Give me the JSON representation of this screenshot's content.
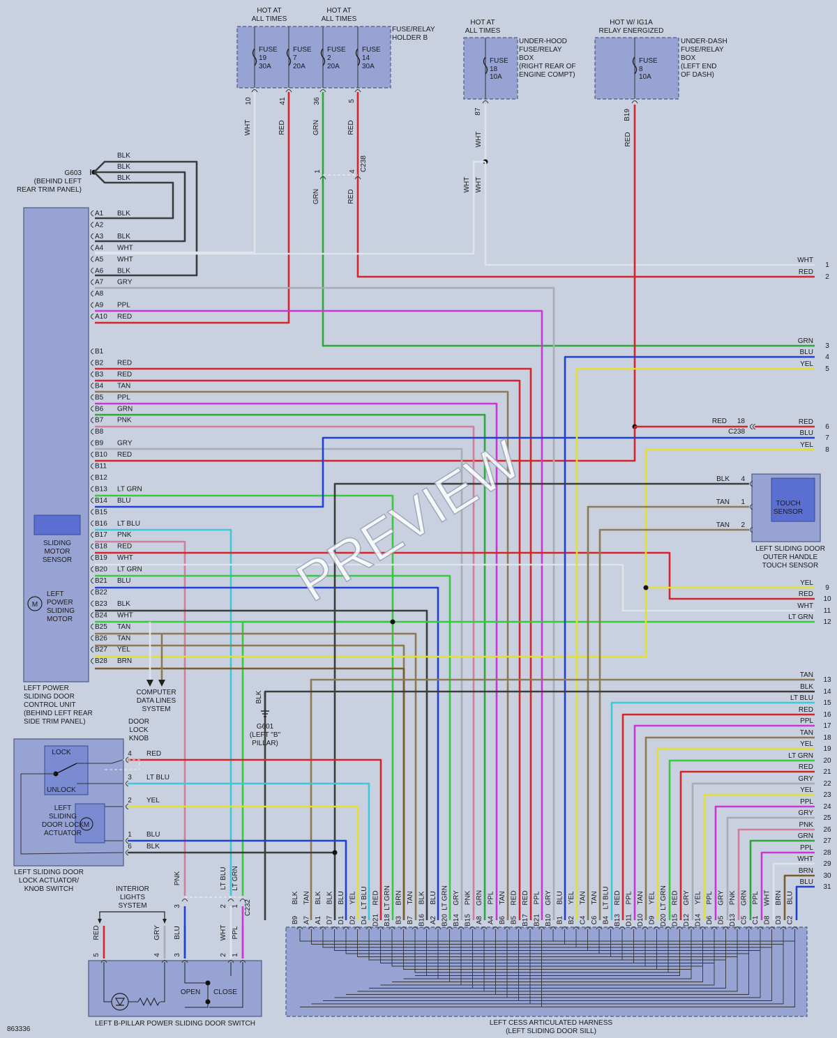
{
  "watermark": "PREVIEW",
  "figure_id": "863336",
  "fuse_box_b": {
    "hot1": [
      "HOT AT",
      "ALL TIMES"
    ],
    "hot2": [
      "HOT AT",
      "ALL TIMES"
    ],
    "label": [
      "FUSE/RELAY",
      "HOLDER B"
    ],
    "fuses": [
      {
        "name": "FUSE",
        "num": "19",
        "amp": "30A",
        "pin": "10",
        "color": "WHT"
      },
      {
        "name": "FUSE",
        "num": "7",
        "amp": "20A",
        "pin": "41",
        "color": "RED"
      },
      {
        "name": "FUSE",
        "num": "2",
        "amp": "20A",
        "pin": "36",
        "color": "GRN"
      },
      {
        "name": "FUSE",
        "num": "14",
        "amp": "30A",
        "pin": "5",
        "color": "RED"
      }
    ]
  },
  "under_hood": {
    "hot": [
      "HOT AT",
      "ALL TIMES"
    ],
    "label": [
      "UNDER-HOOD",
      "FUSE/RELAY",
      "BOX",
      "(RIGHT REAR OF",
      "ENGINE COMPT)"
    ],
    "fuse": {
      "name": "FUSE",
      "num": "18",
      "amp": "10A",
      "pin": "87",
      "color": "WHT"
    }
  },
  "under_dash": {
    "hot": [
      "HOT W/ IG1A",
      "RELAY ENERGIZED"
    ],
    "label": [
      "UNDER-DASH",
      "FUSE/RELAY",
      "BOX",
      "(LEFT END",
      "OF DASH)"
    ],
    "fuse": {
      "name": "FUSE",
      "num": "8",
      "amp": "10A",
      "pin": "B19",
      "color": "RED"
    }
  },
  "c238_top": {
    "pins": [
      "1",
      "4"
    ],
    "name": "C238",
    "colors": [
      "GRN",
      "RED"
    ]
  },
  "wht_split": [
    "WHT",
    "WHT"
  ],
  "ground_g603": {
    "name": "G603",
    "desc": [
      "(BEHIND LEFT",
      "REAR TRIM PANEL)"
    ],
    "wires": [
      "BLK",
      "BLK",
      "BLK"
    ]
  },
  "ground_g601": {
    "name": "G601",
    "desc": [
      "(LEFT \"B\"",
      "PILLAR)"
    ],
    "wire": "BLK"
  },
  "control_unit": {
    "label": [
      "LEFT POWER",
      "SLIDING DOOR",
      "CONTROL UNIT",
      "(BEHIND LEFT REAR",
      "SIDE TRIM PANEL)"
    ],
    "sensor": [
      "SLIDING",
      "MOTOR",
      "SENSOR"
    ],
    "motor": [
      "LEFT",
      "POWER",
      "SLIDING",
      "MOTOR"
    ],
    "motor_symbol": "M",
    "pins_a": [
      {
        "pin": "A1",
        "color": "BLK"
      },
      {
        "pin": "A2",
        "color": ""
      },
      {
        "pin": "A3",
        "color": "BLK"
      },
      {
        "pin": "A4",
        "color": "WHT"
      },
      {
        "pin": "A5",
        "color": "WHT"
      },
      {
        "pin": "A6",
        "color": "BLK"
      },
      {
        "pin": "A7",
        "color": "GRY"
      },
      {
        "pin": "A8",
        "color": ""
      },
      {
        "pin": "A9",
        "color": "PPL"
      },
      {
        "pin": "A10",
        "color": "RED"
      }
    ],
    "pins_b": [
      {
        "pin": "B1",
        "color": ""
      },
      {
        "pin": "B2",
        "color": "RED"
      },
      {
        "pin": "B3",
        "color": "RED"
      },
      {
        "pin": "B4",
        "color": "TAN"
      },
      {
        "pin": "B5",
        "color": "PPL"
      },
      {
        "pin": "B6",
        "color": "GRN"
      },
      {
        "pin": "B7",
        "color": "PNK"
      },
      {
        "pin": "B8",
        "color": ""
      },
      {
        "pin": "B9",
        "color": "GRY"
      },
      {
        "pin": "B10",
        "color": "RED"
      },
      {
        "pin": "B11",
        "color": ""
      },
      {
        "pin": "B12",
        "color": ""
      },
      {
        "pin": "B13",
        "color": "LT GRN"
      },
      {
        "pin": "B14",
        "color": "BLU"
      },
      {
        "pin": "B15",
        "color": ""
      },
      {
        "pin": "B16",
        "color": "LT BLU"
      },
      {
        "pin": "B17",
        "color": "PNK"
      },
      {
        "pin": "B18",
        "color": "RED"
      },
      {
        "pin": "B19",
        "color": "WHT"
      },
      {
        "pin": "B20",
        "color": "LT GRN"
      },
      {
        "pin": "B21",
        "color": "BLU"
      },
      {
        "pin": "B22",
        "color": ""
      },
      {
        "pin": "B23",
        "color": "BLK"
      },
      {
        "pin": "B24",
        "color": "WHT"
      },
      {
        "pin": "B25",
        "color": "TAN"
      },
      {
        "pin": "B26",
        "color": "TAN"
      },
      {
        "pin": "B27",
        "color": "YEL"
      },
      {
        "pin": "B28",
        "color": "BRN"
      }
    ]
  },
  "computer_data": [
    "COMPUTER",
    "DATA LINES",
    "SYSTEM"
  ],
  "right_terms": [
    {
      "color": "WHT",
      "n": "1"
    },
    {
      "color": "RED",
      "n": "2"
    },
    {
      "color": "GRN",
      "n": "3"
    },
    {
      "color": "BLU",
      "n": "4"
    },
    {
      "color": "YEL",
      "n": "5"
    },
    {
      "color": "RED",
      "n": "6"
    },
    {
      "color": "BLU",
      "n": "7"
    },
    {
      "color": "YEL",
      "n": "8"
    },
    {
      "color": "YEL",
      "n": "9"
    },
    {
      "color": "RED",
      "n": "10"
    },
    {
      "color": "WHT",
      "n": "11"
    },
    {
      "color": "LT GRN",
      "n": "12"
    },
    {
      "color": "TAN",
      "n": "13"
    },
    {
      "color": "BLK",
      "n": "14"
    },
    {
      "color": "LT BLU",
      "n": "15"
    },
    {
      "color": "RED",
      "n": "16"
    },
    {
      "color": "PPL",
      "n": "17"
    },
    {
      "color": "TAN",
      "n": "18"
    },
    {
      "color": "YEL",
      "n": "19"
    },
    {
      "color": "LT GRN",
      "n": "20"
    },
    {
      "color": "RED",
      "n": "21"
    },
    {
      "color": "GRY",
      "n": "22"
    },
    {
      "color": "YEL",
      "n": "23"
    },
    {
      "color": "PPL",
      "n": "24"
    },
    {
      "color": "GRY",
      "n": "25"
    },
    {
      "color": "PNK",
      "n": "26"
    },
    {
      "color": "GRN",
      "n": "27"
    },
    {
      "color": "PPL",
      "n": "28"
    },
    {
      "color": "WHT",
      "n": "29"
    },
    {
      "color": "BRN",
      "n": "30"
    },
    {
      "color": "BLU",
      "n": "31"
    }
  ],
  "c238_mid": {
    "name": "C238",
    "pin": "18",
    "left_color": "RED"
  },
  "touch_sensor": {
    "label": [
      "LEFT SLIDING DOOR",
      "OUTER HANDLE",
      "TOUCH SENSOR"
    ],
    "inner": [
      "TOUCH",
      "SENSOR"
    ],
    "pins": [
      {
        "pin": "4",
        "color": "BLK"
      },
      {
        "pin": "1",
        "color": "TAN"
      },
      {
        "pin": "2",
        "color": "TAN"
      }
    ]
  },
  "lock_actuator": {
    "label": [
      "LEFT SLIDING DOOR",
      "LOCK ACTUATOR/",
      "KNOB SWITCH"
    ],
    "knob": [
      "DOOR",
      "LOCK",
      "KNOB"
    ],
    "lock": "LOCK",
    "unlock": "UNLOCK",
    "actuator": [
      "LEFT",
      "SLIDING",
      "DOOR LOCK",
      "ACTUATOR"
    ],
    "motor_symbol": "M",
    "pins": [
      {
        "pin": "4",
        "color": "RED"
      },
      {
        "pin": "3",
        "color": "LT BLU"
      },
      {
        "pin": "2",
        "color": "YEL"
      },
      {
        "pin": "1",
        "color": "BLU"
      },
      {
        "pin": "6",
        "color": "BLK"
      }
    ]
  },
  "interior_lights": [
    "INTERIOR",
    "LIGHTS",
    "SYSTEM"
  ],
  "bpillar_switch": {
    "label": "LEFT B-PILLAR POWER SLIDING DOOR SWITCH",
    "open": "OPEN",
    "close": "CLOSE",
    "wires": [
      {
        "pin": "5",
        "color": "RED"
      },
      {
        "pin": "4",
        "color": "GRY"
      },
      {
        "pin": "3",
        "color": "BLU"
      },
      {
        "pin": "2",
        "color": "WHT"
      },
      {
        "pin": "1",
        "color": "PPL"
      }
    ],
    "upper": [
      {
        "pin": "3",
        "color": "PNK"
      },
      {
        "pin": "2",
        "color": "LT BLU"
      },
      {
        "pin": "1",
        "color": "LT GRN"
      }
    ],
    "connector": "C232"
  },
  "harness": {
    "label": [
      "LEFT CESS ARTICULATED HARNESS",
      "(LEFT SLIDING DOOR SILL)"
    ],
    "pins": [
      {
        "pin": "B9",
        "color": "BLK"
      },
      {
        "pin": "A7",
        "color": "TAN"
      },
      {
        "pin": "A1",
        "color": "BLK"
      },
      {
        "pin": "D7",
        "color": "BLK"
      },
      {
        "pin": "D1",
        "color": "BLU"
      },
      {
        "pin": "D2",
        "color": "YEL"
      },
      {
        "pin": "D4",
        "color": "LT BLU"
      },
      {
        "pin": "D21",
        "color": "RED"
      },
      {
        "pin": "B18",
        "color": "LT GRN"
      },
      {
        "pin": "B3",
        "color": "BRN"
      },
      {
        "pin": "B7",
        "color": "TAN"
      },
      {
        "pin": "B16",
        "color": "BLK"
      },
      {
        "pin": "A2",
        "color": "BLU"
      },
      {
        "pin": "B20",
        "color": "LT GRN"
      },
      {
        "pin": "B14",
        "color": "GRY"
      },
      {
        "pin": "B15",
        "color": "PNK"
      },
      {
        "pin": "A8",
        "color": "GRN"
      },
      {
        "pin": "A4",
        "color": "PPL"
      },
      {
        "pin": "B6",
        "color": "TAN"
      },
      {
        "pin": "B5",
        "color": "RED"
      },
      {
        "pin": "B17",
        "color": "RED"
      },
      {
        "pin": "B21",
        "color": "PPL"
      },
      {
        "pin": "B10",
        "color": "GRY"
      },
      {
        "pin": "B1",
        "color": "BLU"
      },
      {
        "pin": "B2",
        "color": "YEL"
      },
      {
        "pin": "C4",
        "color": "TAN"
      },
      {
        "pin": "C6",
        "color": "TAN"
      },
      {
        "pin": "B4",
        "color": "LT BLU"
      },
      {
        "pin": "B13",
        "color": "RED"
      },
      {
        "pin": "D11",
        "color": "PPL"
      },
      {
        "pin": "D10",
        "color": "TAN"
      },
      {
        "pin": "D9",
        "color": "YEL"
      },
      {
        "pin": "D20",
        "color": "LT GRN"
      },
      {
        "pin": "D15",
        "color": "RED"
      },
      {
        "pin": "D12",
        "color": "GRY"
      },
      {
        "pin": "D14",
        "color": "YEL"
      },
      {
        "pin": "D6",
        "color": "PPL"
      },
      {
        "pin": "D5",
        "color": "GRY"
      },
      {
        "pin": "D13",
        "color": "PNK"
      },
      {
        "pin": "C5",
        "color": "GRN"
      },
      {
        "pin": "C1",
        "color": "PPL"
      },
      {
        "pin": "D8",
        "color": "WHT"
      },
      {
        "pin": "D3",
        "color": "BRN"
      },
      {
        "pin": "C2",
        "color": "BLU"
      }
    ]
  },
  "wire_colors": {
    "RED": "#d6242b",
    "BLU": "#2040d8",
    "GRN": "#2ea63a",
    "LT GRN": "#37c93f",
    "YEL": "#e2e030",
    "WHT": "#dfe3ea",
    "BLK": "#3c3c3c",
    "GRY": "#a9acb2",
    "TAN": "#8c7a52",
    "BRN": "#7a5b2c",
    "PPL": "#c936d4",
    "PNK": "#d27e9a",
    "LT BLU": "#3cc8d8"
  }
}
